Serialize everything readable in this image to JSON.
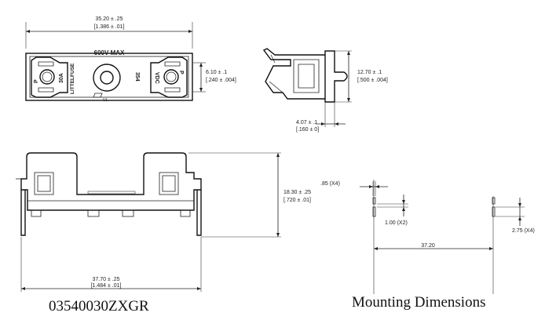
{
  "top_view": {
    "width_dim": "35.20 ± .25",
    "width_dim_in": "[1.386 ± .01]",
    "voltage": "600V MAX",
    "brand": "LITTELFUSE",
    "amps": "30A",
    "series": "354",
    "vdc": "VDC",
    "pin_left": "P",
    "pin_right": "P",
    "height_dim": "6.10 ± .1",
    "height_dim_in": "[.240 ± .004]",
    "cert": "UL"
  },
  "side_view": {
    "height_dim": "12.70 ± .1",
    "height_dim_in": "[.500 ± .004]",
    "slot_dim": "4.07 ± .1",
    "slot_dim_in": "[.160 ± 0]"
  },
  "front_view": {
    "height_dim": "18.30 ± .25",
    "height_dim_in": "[.720 ± .01]",
    "width_dim": "37.70 ± .25",
    "width_dim_in": "[1.484 ± .01]"
  },
  "mounting": {
    "pin_width": ".85 (X4)",
    "pin_len": "1.00 (X2)",
    "spacing": "37.20",
    "pin_len2": "2.75 (X4)"
  },
  "captions": {
    "part_number": "03540030ZXGR",
    "mounting_title": "Mounting Dimensions"
  }
}
